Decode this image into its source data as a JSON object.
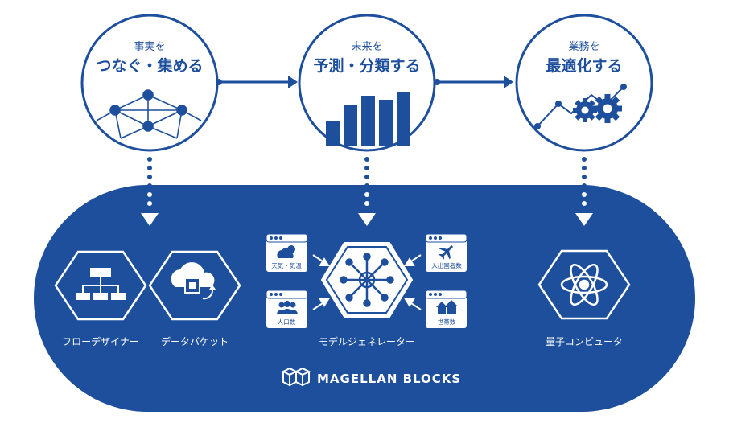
{
  "steps": [
    {
      "line1": "事実を",
      "line2": "つなぐ・集める",
      "icon": "network-graph-icon"
    },
    {
      "line1": "未来を",
      "line2": "予測・分類する",
      "icon": "bar-chart-icon"
    },
    {
      "line1": "業務を",
      "line2": "最適化する",
      "icon": "gears-trend-icon"
    }
  ],
  "tools": [
    {
      "label": "フローデザイナー",
      "icon": "flowchart-icon"
    },
    {
      "label": "データバケット",
      "icon": "cloud-chip-icon"
    },
    {
      "label": "モデルジェネレーター",
      "icon": "neural-network-icon"
    },
    {
      "label": "量子コンピュータ",
      "icon": "atom-icon"
    }
  ],
  "inputs": [
    {
      "label": "天気・気温",
      "icon": "weather-icon"
    },
    {
      "label": "人口数",
      "icon": "people-icon"
    },
    {
      "label": "入出国者数",
      "icon": "airplane-icon"
    },
    {
      "label": "世帯数",
      "icon": "houses-icon"
    }
  ],
  "logo": {
    "text": "MAGELLAN BLOCKS"
  },
  "colors": {
    "primary": "#1e4f9c",
    "background": "#ffffff"
  }
}
